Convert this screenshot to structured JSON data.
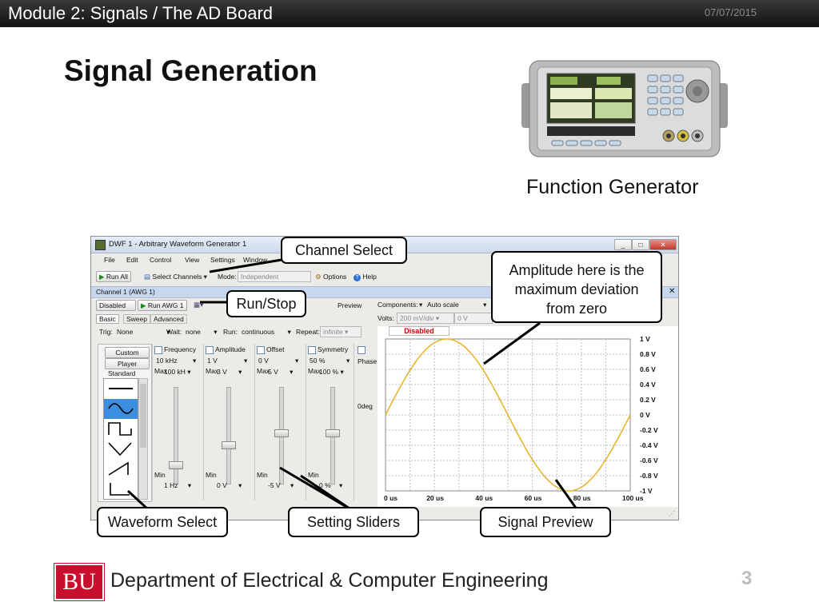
{
  "header": {
    "title": "Module 2: Signals / The AD Board",
    "date": "07/07/2015"
  },
  "slide": {
    "title": "Signal Generation",
    "device_caption": "Function Generator"
  },
  "app": {
    "title": "DWF 1 - Arbitrary Waveform Generator 1",
    "menu": [
      "File",
      "Edit",
      "Control",
      "View",
      "Settings",
      "Window"
    ],
    "toolbar": {
      "run_all": "Run All",
      "select_channels": "Select Channels",
      "mode_label": "Mode:",
      "mode_value": "Independent",
      "options": "Options",
      "help": "Help"
    },
    "channel_tab": "Channel 1 (AWG 1)",
    "channel": {
      "enable": "Disabled",
      "run": "Run AWG 1",
      "preview": "Preview"
    },
    "subtabs": [
      "Basic",
      "Sweep",
      "Advanced"
    ],
    "trig": {
      "label": "Trig:",
      "value": "None",
      "wait_label": "Wait:",
      "wait_value": "none",
      "run_label": "Run:",
      "run_value": "continuous",
      "repeat_label": "Repeat:",
      "repeat_value": "infinite"
    },
    "waveform_list": [
      "Custom",
      "Player",
      "Standard"
    ],
    "params": [
      {
        "name": "Frequency",
        "value": "10 kHz",
        "max": "100 kH",
        "min": "1 Hz"
      },
      {
        "name": "Amplitude",
        "value": "1 V",
        "max": "3 V",
        "min": "0 V"
      },
      {
        "name": "Offset",
        "value": "0 V",
        "max": "5 V",
        "min": "-5 V"
      },
      {
        "name": "Symmetry",
        "value": "50 %",
        "max": "100 %",
        "min": "0 %"
      }
    ],
    "max_label": "Max",
    "min_label": "Min",
    "phase_label": "Phase",
    "degree_label": "0deg",
    "preview": {
      "components_label": "Components:",
      "components_value": "Auto scale",
      "volts_label": "Volts:",
      "volts_value": "200 mV/div",
      "volts_offset": "0 V",
      "status": "Disabled"
    }
  },
  "chart_data": {
    "type": "line",
    "x_tick_labels": [
      "0 us",
      "20 us",
      "40 us",
      "60 us",
      "80 us",
      "100 us"
    ],
    "y_tick_labels": [
      "1 V",
      "0.8 V",
      "0.6 V",
      "0.4 V",
      "0.2 V",
      "0 V",
      "-0.2 V",
      "-0.4 V",
      "-0.6 V",
      "-0.8 V",
      "-1 V"
    ],
    "xlim": [
      0,
      100
    ],
    "ylim": [
      -1,
      1
    ],
    "grid": true,
    "series": [
      {
        "color": "#e8b530",
        "function": "sine",
        "amplitude": 1,
        "frequency_khz": 10,
        "offset": 0
      }
    ]
  },
  "callouts": {
    "channel_select": "Channel Select",
    "run_stop": "Run/Stop",
    "amplitude_note_lines": [
      "Amplitude here is the",
      "maximum deviation",
      "from zero"
    ],
    "waveform_select": "Waveform Select",
    "setting_sliders": "Setting Sliders",
    "signal_preview": "Signal Preview"
  },
  "footer": {
    "logo": "BU",
    "department": "Department of Electrical & Computer Engineering",
    "page_number": "3"
  },
  "colors": {
    "accent_red": "#c8102e",
    "signal": "#e8b530",
    "selection": "#3c8fe0"
  }
}
